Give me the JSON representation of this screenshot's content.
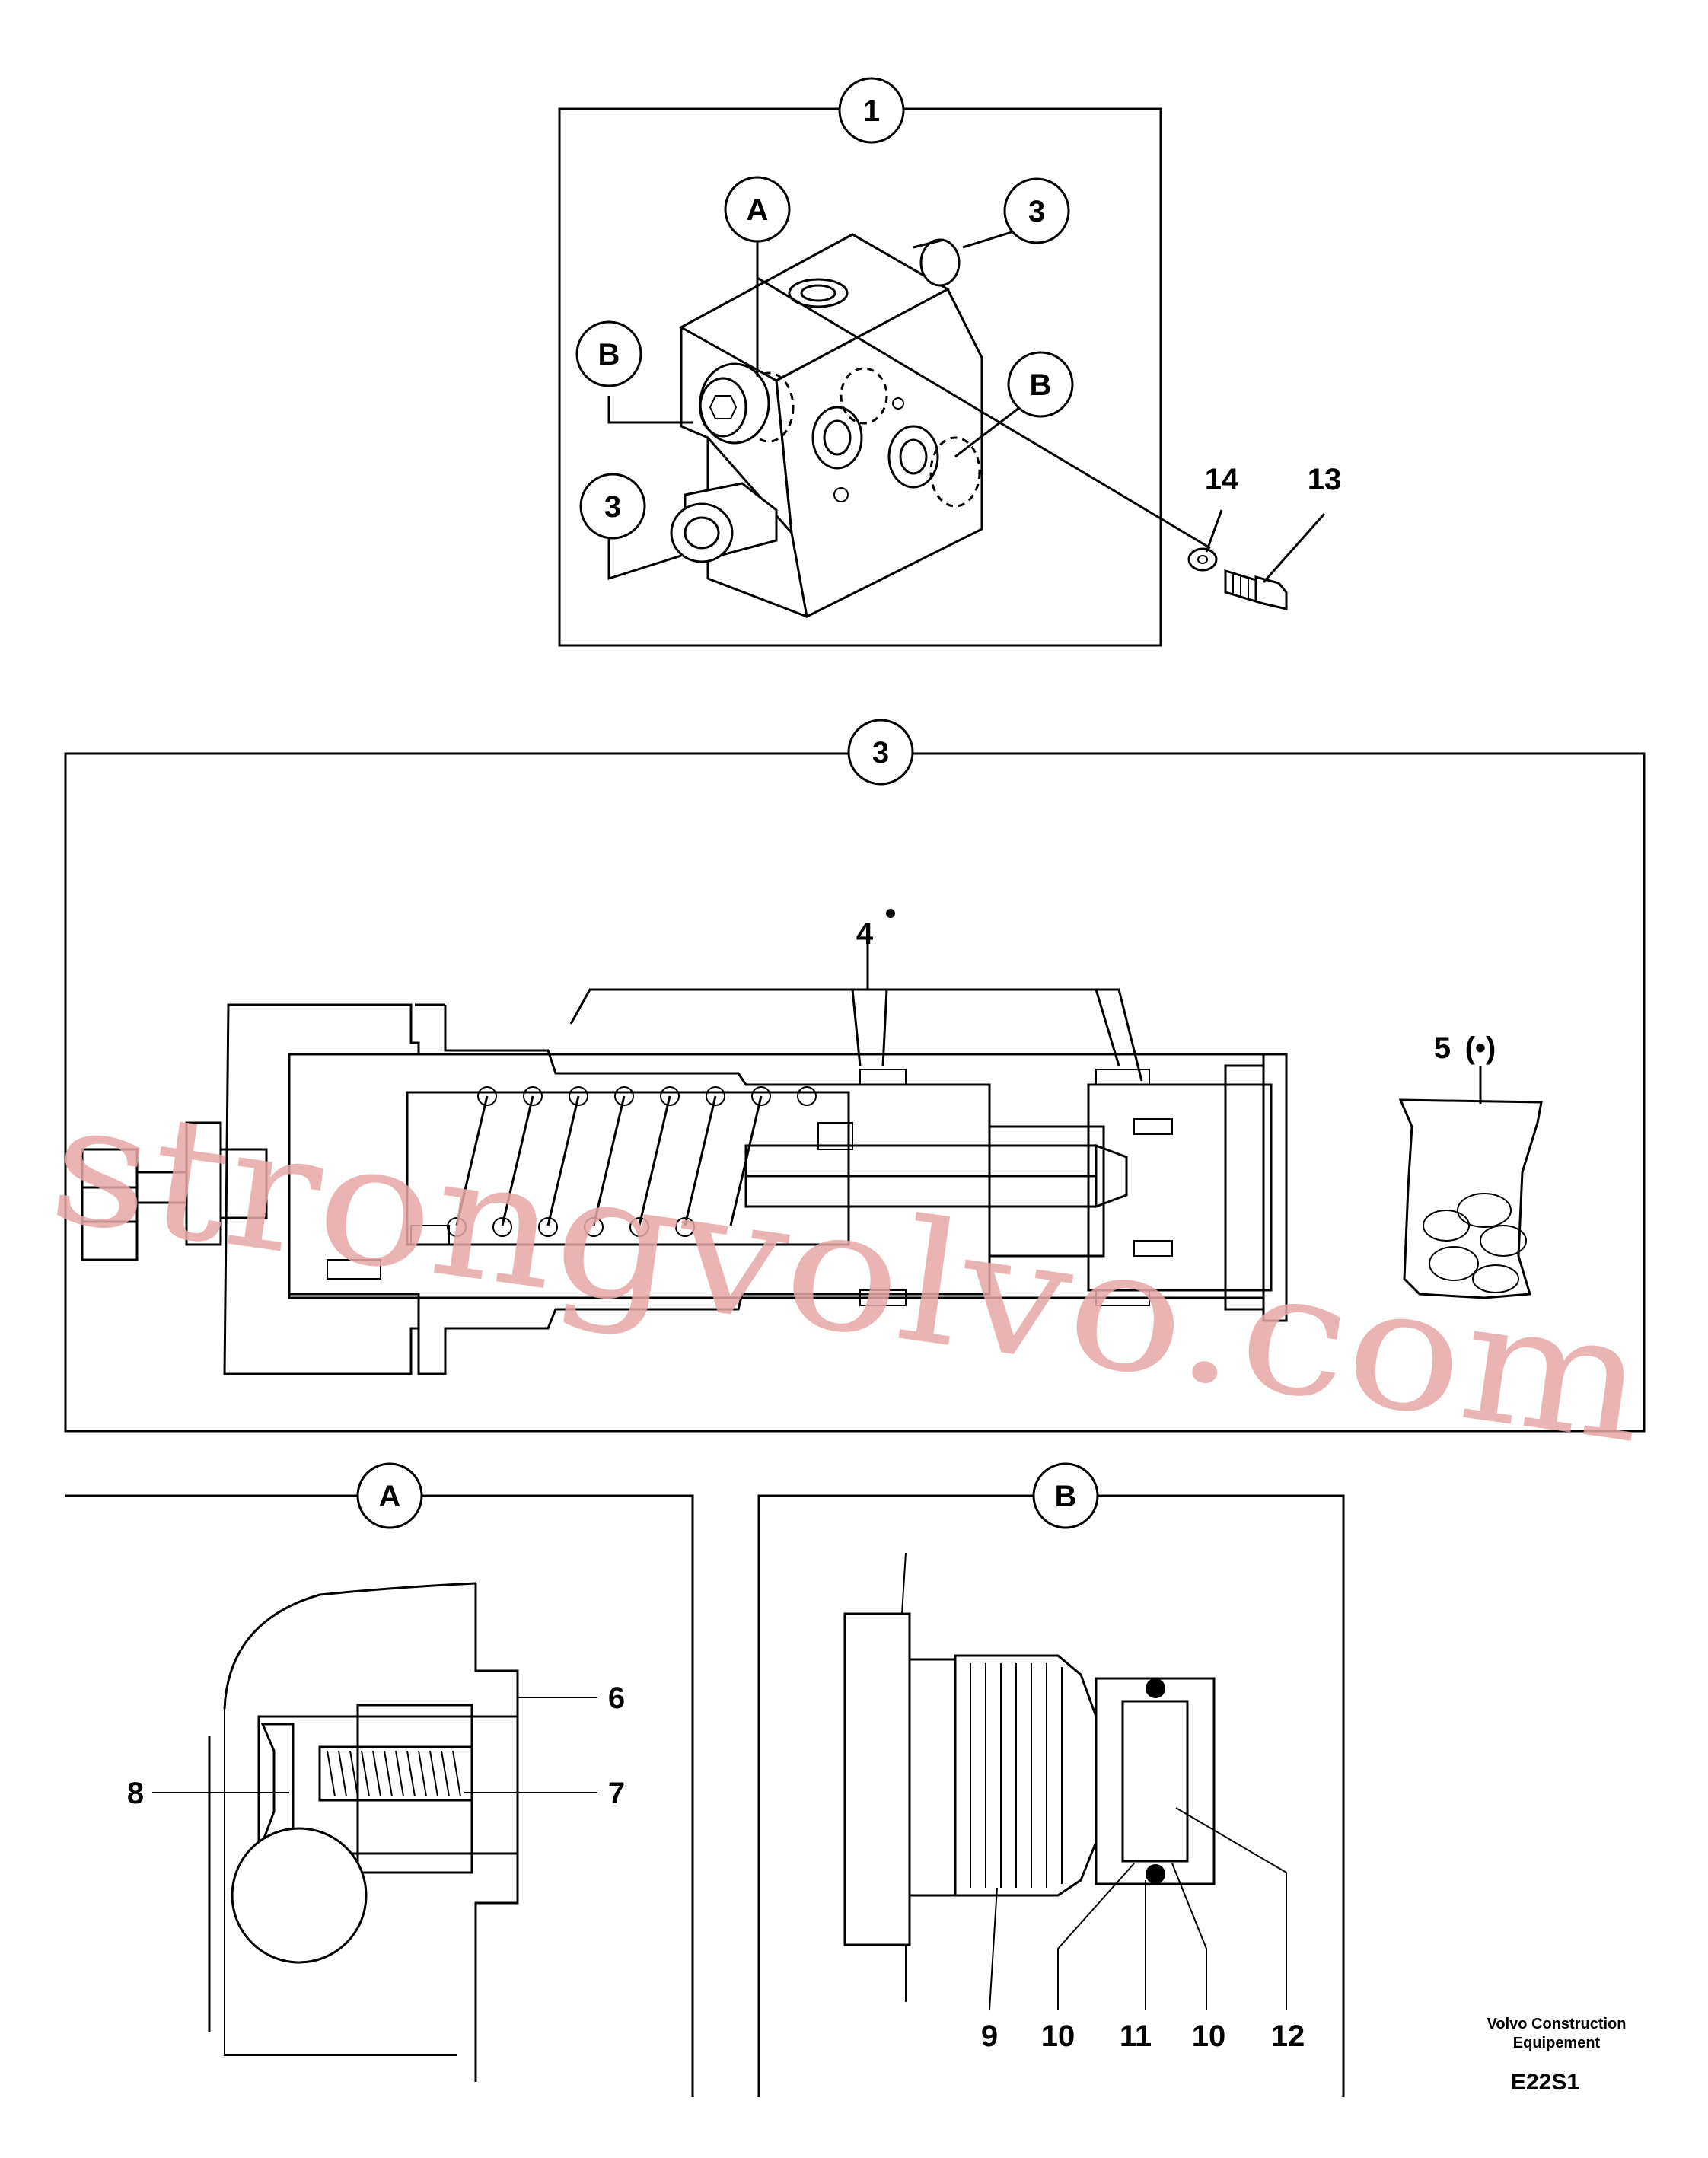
{
  "callouts": {
    "panel_top": "1",
    "panel_mid": "3",
    "panel_a": "A",
    "panel_b": "B",
    "top_a": "A",
    "top_b_left": "B",
    "top_b_right": "B",
    "top_3_upper": "3",
    "top_3_lower": "3"
  },
  "labels": {
    "part_14": "14",
    "part_13": "13",
    "part_4": "4",
    "part_5": "5",
    "part_5_suffix": "(•)",
    "part_6": "6",
    "part_7": "7",
    "part_8": "8",
    "part_9": "9",
    "part_10a": "10",
    "part_11": "11",
    "part_10b": "10",
    "part_12": "12"
  },
  "footer": {
    "brand_line1": "Volvo Construction",
    "brand_line2": "Equipement",
    "code": "E22S1"
  },
  "watermark": "strongvolvo.com"
}
